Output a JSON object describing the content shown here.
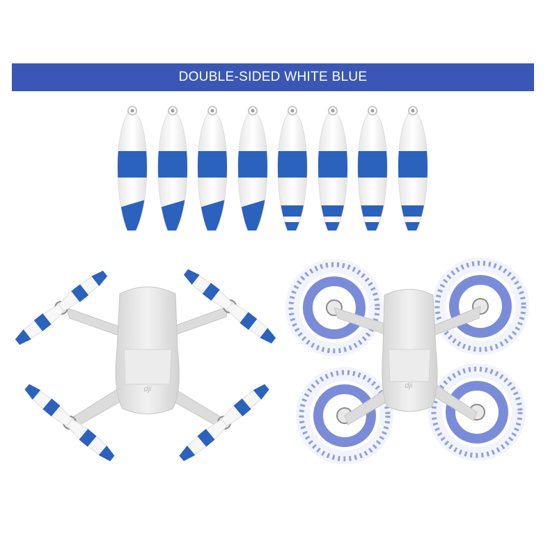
{
  "banner": {
    "text": "DOUBLE-SIDED WHITE BLUE",
    "background": "#3a57b6",
    "color": "#ffffff"
  },
  "colors": {
    "stripe_blue": "#2a62bd",
    "blur_blue": "#6b7fd4",
    "drone_body": "#e8e8e8",
    "drone_shadow": "#c9c9c9",
    "prop_white": "#f7f7f7"
  },
  "propellers": [
    {
      "style": "solid-tip"
    },
    {
      "style": "solid-tip"
    },
    {
      "style": "solid-tip"
    },
    {
      "style": "solid-tip"
    },
    {
      "style": "striped-tip"
    },
    {
      "style": "striped-tip"
    },
    {
      "style": "striped-tip"
    },
    {
      "style": "striped-tip"
    }
  ],
  "drone": {
    "logo_text": "dji"
  }
}
